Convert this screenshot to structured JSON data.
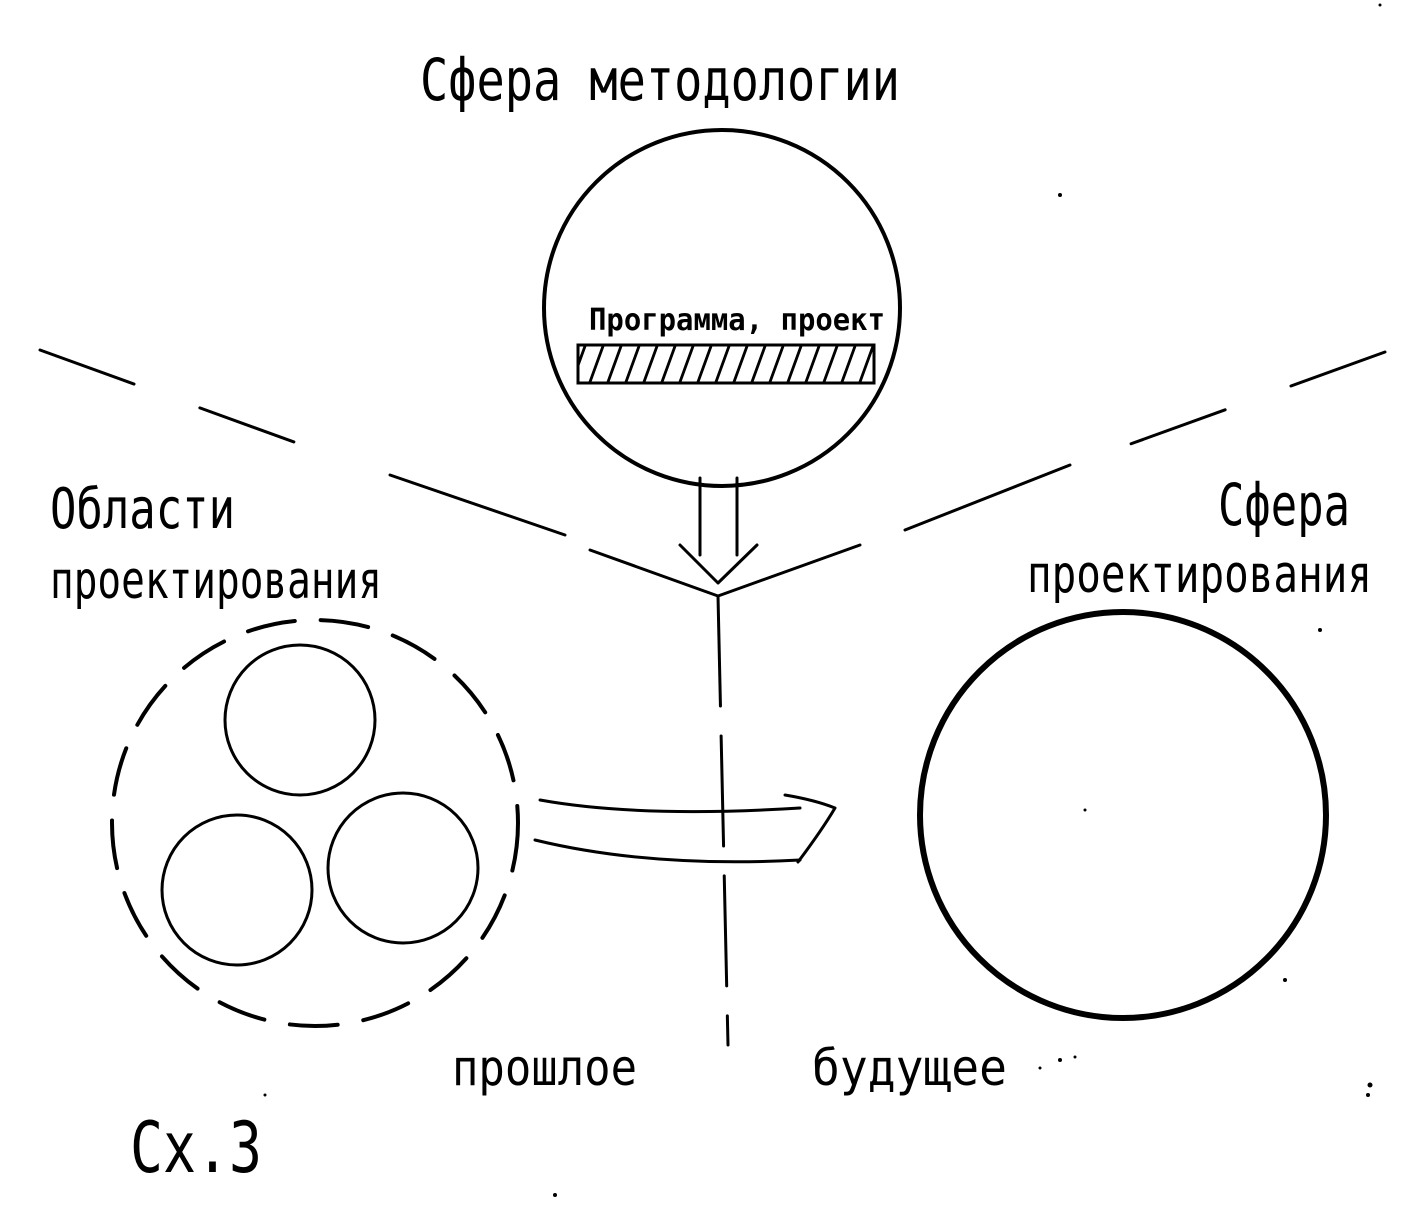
{
  "labels": {
    "methodology_sphere": "Сфера методологии",
    "program_project": "Программа, проект",
    "design_areas_line1": "Области",
    "design_areas_line2": "проектирования",
    "design_sphere_line1": "Сфера",
    "design_sphere_line2": "проектирования",
    "past": "прошлое",
    "future": "будущее",
    "scheme_number": "Сх.3"
  },
  "colors": {
    "ink": "#000000",
    "paper": "#ffffff"
  }
}
